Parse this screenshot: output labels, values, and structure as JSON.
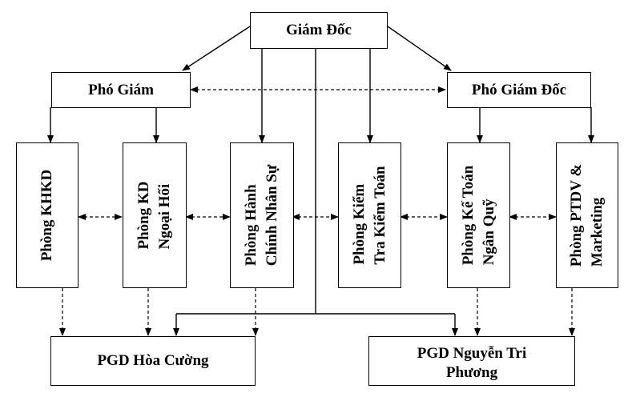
{
  "director": "Giám Đốc",
  "deputy_left": "Phó Giám",
  "deputy_right": "Phó Giám Đốc",
  "departments": [
    {
      "line1": "Phòng KHKD",
      "line2": ""
    },
    {
      "line1": "Phòng KD",
      "line2": "Ngoại Hối"
    },
    {
      "line1": "Phòng Hành",
      "line2": "Chính Nhân Sự"
    },
    {
      "line1": "Phòng Kiểm",
      "line2": "Tra Kiểm Toán"
    },
    {
      "line1": "Phòng Kế Toán",
      "line2": "Ngân Quỹ"
    },
    {
      "line1": "Phòng PTDV &",
      "line2": "Marketing"
    }
  ],
  "branches": {
    "left": "PGD Hòa Cường",
    "right_line1": "PGD Nguyễn Tri",
    "right_line2": "Phương"
  }
}
